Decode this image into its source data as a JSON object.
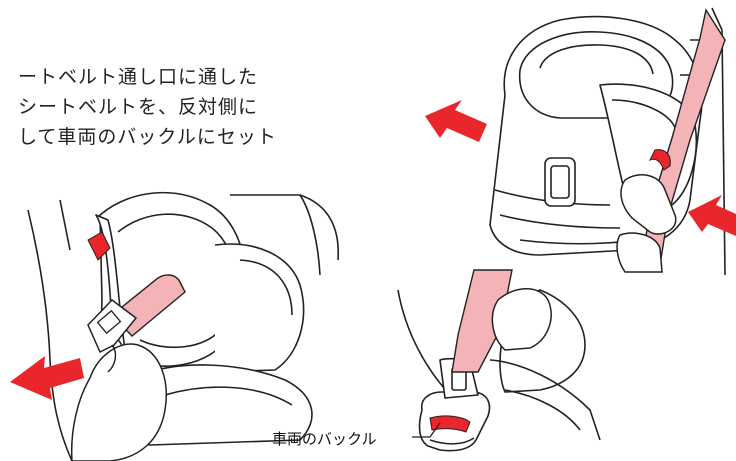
{
  "instruction": {
    "lines": [
      "ートベルト通し口に通した",
      "シートベルトを、反対側に",
      "して車両のバックルにセット"
    ]
  },
  "callout": {
    "buckle_label": "車両のバックル"
  },
  "colors": {
    "arrow": "#e8262c",
    "belt_fill": "#f4b3b6",
    "belt_stroke": "#222222",
    "line": "#222222"
  },
  "icons": [
    "left-arrow-icon",
    "left-arrow-icon",
    "down-left-arrow-icon"
  ]
}
